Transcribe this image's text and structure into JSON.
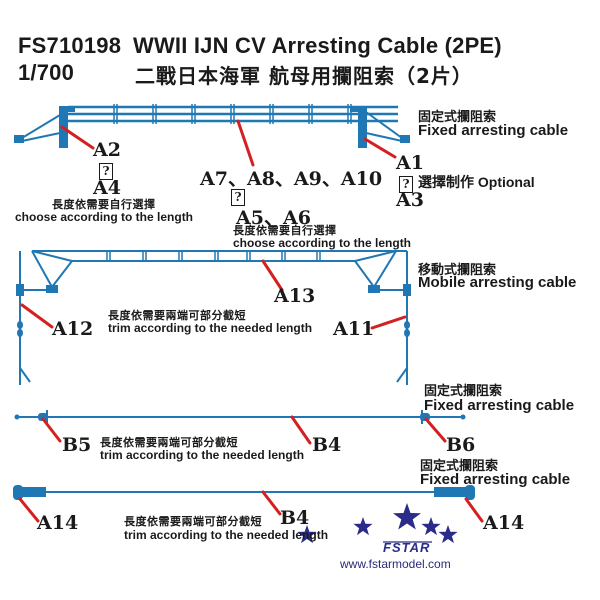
{
  "header": {
    "product_code": "FS710198",
    "title_en": "WWII IJN CV Arresting Cable (2PE)",
    "scale": "1/700",
    "title_cn": "二戰日本海軍 航母用攔阻索（2片）"
  },
  "colors": {
    "part_blue": "#1f78b4",
    "leader_red": "#d42020",
    "text_dark": "#1a1a1a",
    "logo_navy": "#2b2b8a"
  },
  "sections": {
    "fixed_top": {
      "heading_cn": "固定式攔阻索",
      "heading_en": "Fixed arresting cable",
      "left_part": "A2",
      "left_alt_part": "A4",
      "left_caption_cn": "長度依需要自行選擇",
      "left_caption_en": "choose according to the length",
      "mid_parts": "A7、A8、A9、A10",
      "mid_alt_parts": "A5、A6",
      "mid_caption_cn": "長度依需要自行選擇",
      "mid_caption_en": "choose according to the length",
      "right_part": "A1",
      "right_optional": "選擇制作 Optional",
      "right_alt_part": "A3",
      "unknown_glyph": "?"
    },
    "mobile": {
      "heading_cn": "移動式攔阻索",
      "heading_en": "Mobile arresting cable",
      "left_part": "A12",
      "mid_part": "A13",
      "right_part": "A11",
      "caption_cn": "長度依需要兩端可部分截短",
      "caption_en": "trim according to the needed length"
    },
    "fixed_b": {
      "heading_cn": "固定式攔阻索",
      "heading_en": "Fixed arresting cable",
      "left_part": "B5",
      "mid_part": "B4",
      "right_part": "B6",
      "caption_cn": "長度依需要兩端可部分截短",
      "caption_en": "trim according to the needed length"
    },
    "fixed_a14": {
      "heading_cn": "固定式攔阻索",
      "heading_en": "Fixed arresting cable",
      "left_part": "A14",
      "mid_part": "B4",
      "right_part": "A14",
      "caption_cn": "長度依需要兩端可部分截短",
      "caption_en": "trim according to the needed length"
    }
  },
  "logo": {
    "brand": "FSTAR",
    "url": "www.fstarmodel.com",
    "star_count": 5
  }
}
